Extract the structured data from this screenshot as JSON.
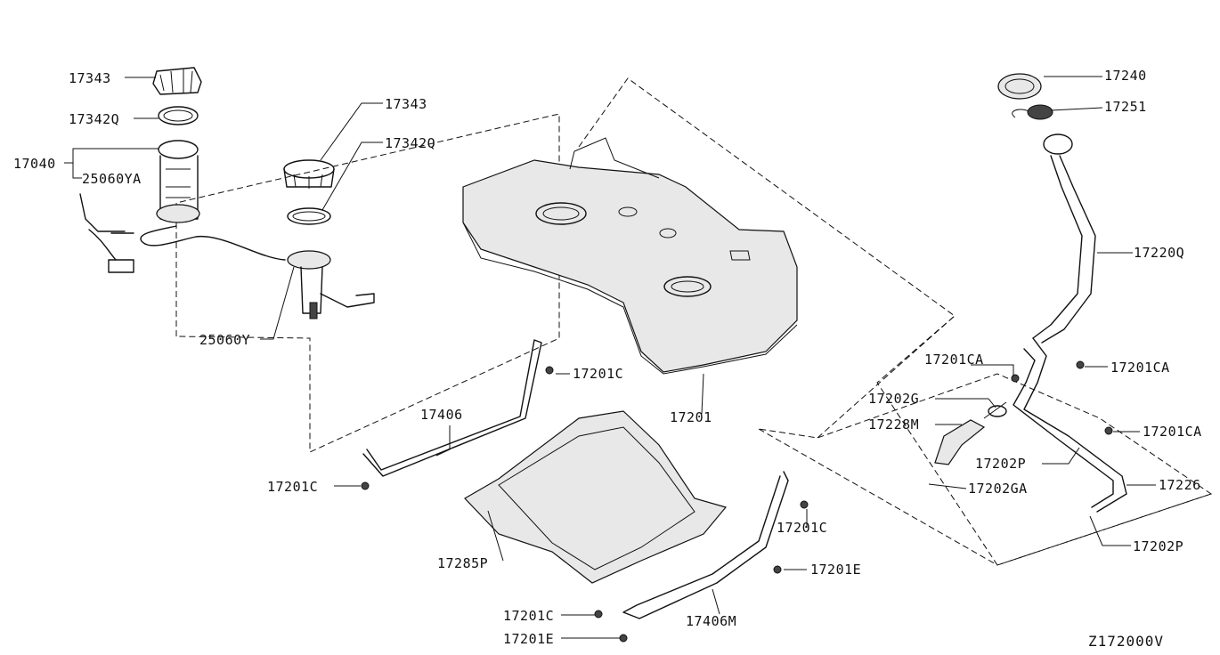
{
  "diagram_code": "Z172000V",
  "callouts": {
    "c17343_a": "17343",
    "c17342q_a": "17342Q",
    "c17040": "17040",
    "c25060ya": "25060YA",
    "c17343_b": "17343",
    "c17342q_b": "17342Q",
    "c25060y": "25060Y",
    "c17201": "17201",
    "c17201c_a": "17201C",
    "c17406": "17406",
    "c17201c_b": "17201C",
    "c17285p": "17285P",
    "c17201c_c": "17201C",
    "c17201e_a": "17201E",
    "c17201c_d": "17201C",
    "c17201e_b": "17201E",
    "c17406m": "17406M",
    "c17240": "17240",
    "c17251": "17251",
    "c17220q": "17220Q",
    "c17201ca_a": "17201CA",
    "c17201ca_b": "17201CA",
    "c17202g": "17202G",
    "c17228m": "17228M",
    "c17201ca_c": "17201CA",
    "c17202p_a": "17202P",
    "c17202ga": "17202GA",
    "c17226": "17226",
    "c17202p_b": "17202P"
  }
}
